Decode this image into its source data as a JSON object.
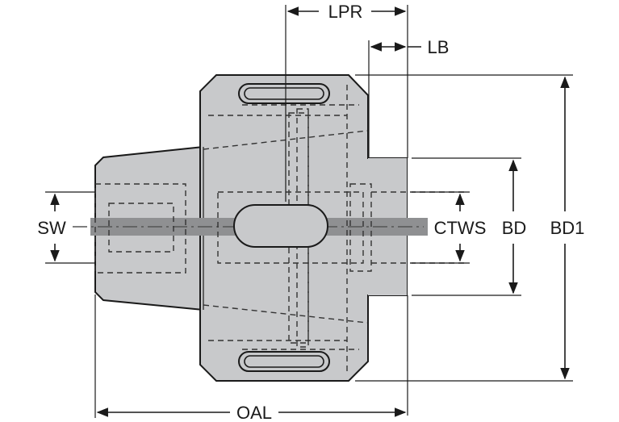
{
  "diagram": {
    "labels": {
      "lpr": "LPR",
      "lb": "LB",
      "sw": "SW",
      "ctws": "CTWS",
      "bd": "BD",
      "bd1": "BD1",
      "oal": "OAL"
    },
    "colors": {
      "body": "#c8c9cb",
      "axis_band": "#8f9092",
      "lines": "#1a1a1a"
    }
  }
}
